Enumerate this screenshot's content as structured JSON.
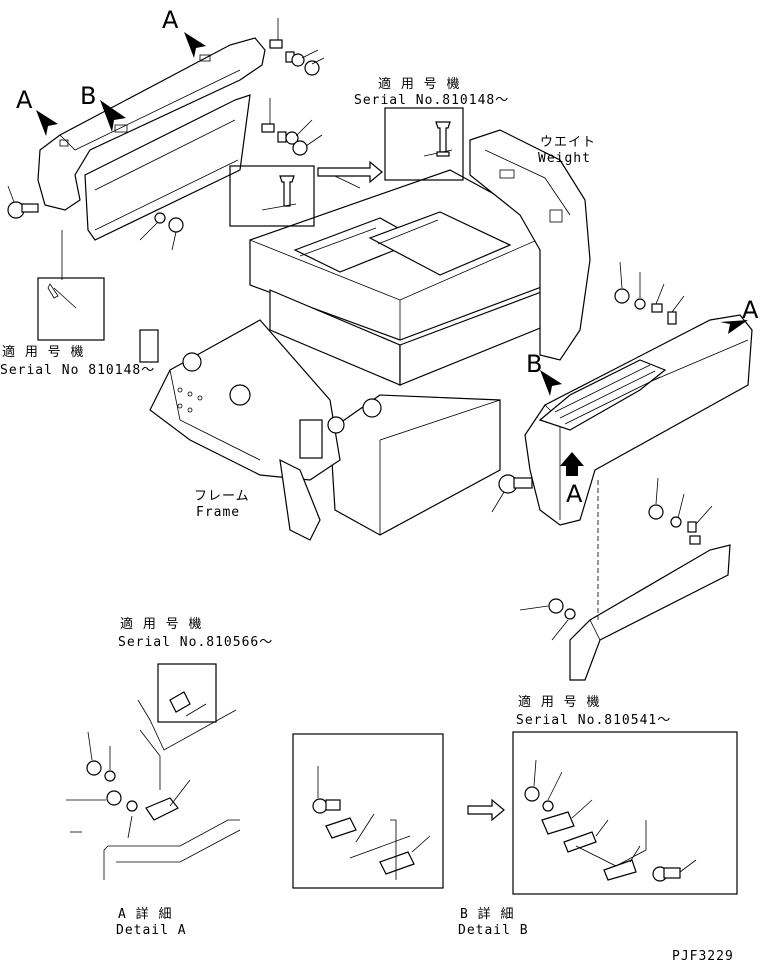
{
  "labels": {
    "a": "A",
    "b": "B",
    "serial_title": "適 用 号 機",
    "serial_top": "Serial No.810148～",
    "serial_left": "Serial No 810148～",
    "serial_a_detail": "Serial No.810566～",
    "serial_b_detail": "Serial No.810541～",
    "weight_jp": "ウエイト",
    "weight_en": "Weight",
    "frame_jp": "フレーム",
    "frame_en": "Frame",
    "detail_a_jp": "A 詳 細",
    "detail_a_en": "Detail A",
    "detail_b_jp": "B 詳 細",
    "detail_b_en": "Detail B",
    "drawing_code": "PJF3229"
  }
}
